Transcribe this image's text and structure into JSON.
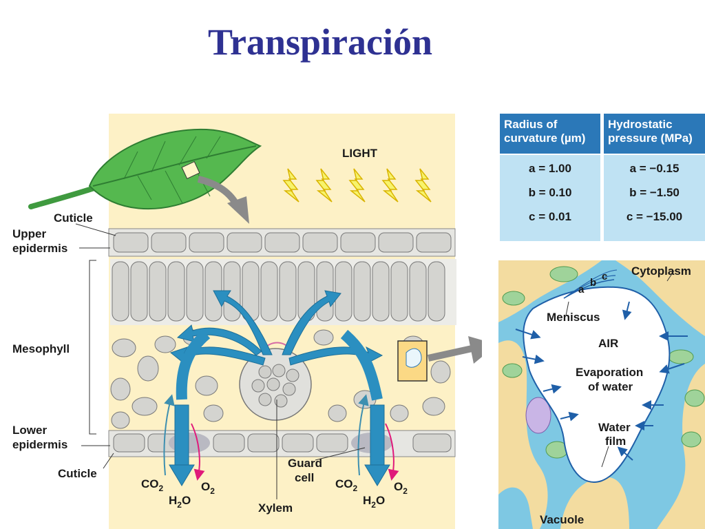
{
  "title": "Transpiración",
  "leaf_labels": {
    "light": "LIGHT",
    "cuticle_top": "Cuticle",
    "upper_epidermis_1": "Upper",
    "upper_epidermis_2": "epidermis",
    "mesophyll": "Mesophyll",
    "lower_epidermis_1": "Lower",
    "lower_epidermis_2": "epidermis",
    "cuticle_bottom": "Cuticle",
    "guard_cell_1": "Guard",
    "guard_cell_2": "cell",
    "xylem": "Xylem",
    "co2": "CO",
    "o2": "O",
    "h2o_h": "H",
    "h2o_o": "O",
    "sub2": "2"
  },
  "table": {
    "col1_header": [
      "Radius of",
      "curvature (µm)"
    ],
    "col2_header": [
      "Hydrostatic",
      "pressure (MPa)"
    ],
    "col1_rows": [
      "a = 1.00",
      "b = 0.10",
      "c = 0.01"
    ],
    "col2_rows": [
      "a =  −0.15",
      "b =  −1.50",
      "c = −15.00"
    ]
  },
  "detail_labels": {
    "cytoplasm": "Cytoplasm",
    "a": "a",
    "b": "b",
    "c": "c",
    "meniscus": "Meniscus",
    "air": "AIR",
    "evaporation_1": "Evaporation",
    "evaporation_2": "of water",
    "water_film_1": "Water",
    "water_film_2": "film",
    "vacuole": "Vacuole"
  },
  "colors": {
    "title": "#2e3192",
    "background_panel": "#fdf1c6",
    "leaf_green": "#4caf50",
    "cell_gray": "#d4d4d0",
    "arrow_blue": "#2b8fc0",
    "table_header": "#2b78b8",
    "table_body": "#bfe2f3",
    "o2_arrow": "#e0197a",
    "light_yellow": "#f7f36b"
  }
}
